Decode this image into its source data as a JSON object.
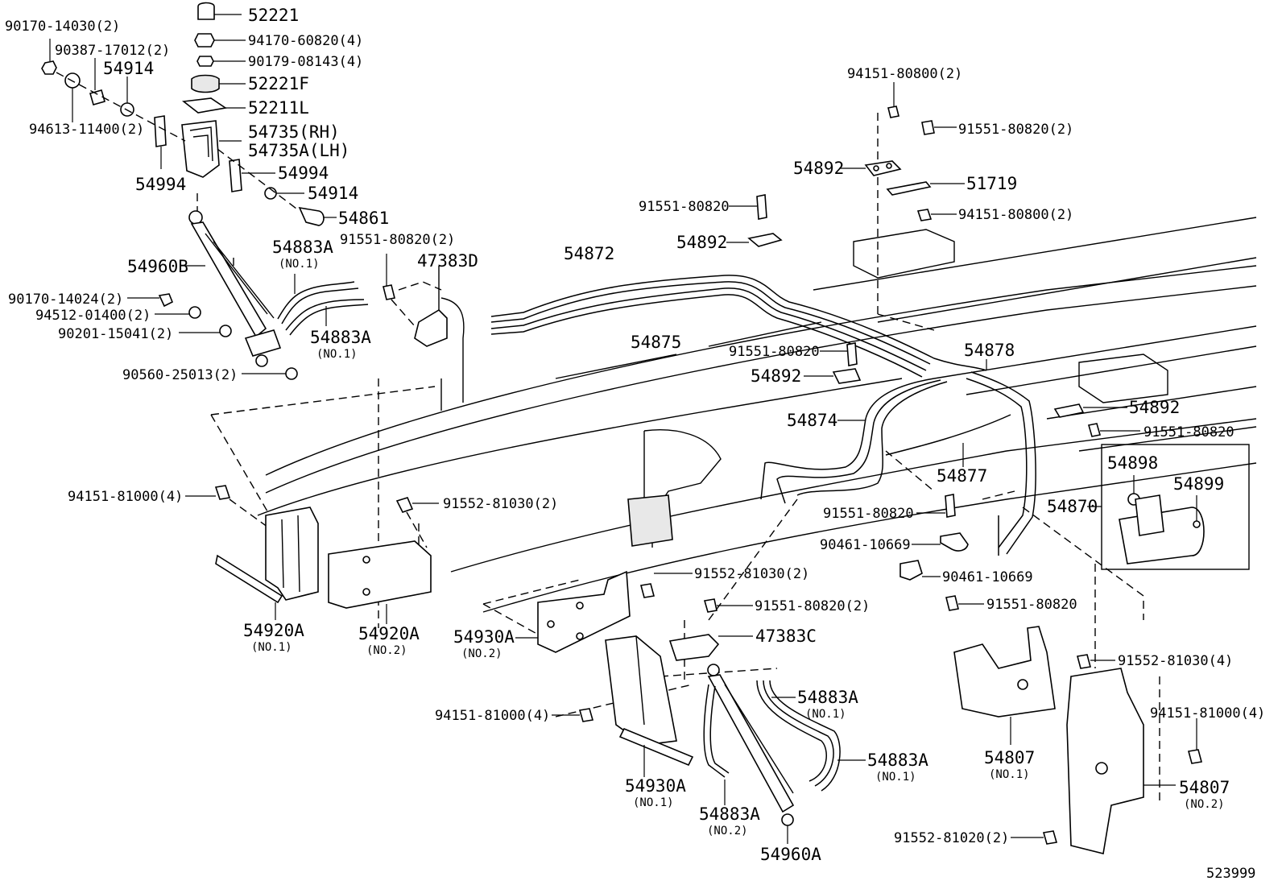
{
  "diagram": {
    "figure_number": "523999",
    "labels": [
      {
        "id": "l1",
        "text": "90170-14030(2)"
      },
      {
        "id": "l2",
        "text": "90387-17012(2)"
      },
      {
        "id": "l3",
        "text": "54914"
      },
      {
        "id": "l4",
        "text": "94613-11400(2)"
      },
      {
        "id": "l5",
        "text": "54994"
      },
      {
        "id": "l6",
        "text": "52221"
      },
      {
        "id": "l7",
        "text": "94170-60820(4)"
      },
      {
        "id": "l8",
        "text": "90179-08143(4)"
      },
      {
        "id": "l9",
        "text": "52221F"
      },
      {
        "id": "l10",
        "text": "52211L"
      },
      {
        "id": "l11",
        "text": "54735(RH)"
      },
      {
        "id": "l12",
        "text": "54735A(LH)"
      },
      {
        "id": "l13",
        "text": "54994"
      },
      {
        "id": "l14",
        "text": "54914"
      },
      {
        "id": "l15",
        "text": "54861"
      },
      {
        "id": "l16",
        "text": "54960B"
      },
      {
        "id": "l17",
        "text": "90170-14024(2)"
      },
      {
        "id": "l18",
        "text": "94512-01400(2)"
      },
      {
        "id": "l19",
        "text": "90201-15041(2)"
      },
      {
        "id": "l20",
        "text": "90560-25013(2)"
      },
      {
        "id": "l21",
        "text": "54883A"
      },
      {
        "id": "l21s",
        "text": "(NO.1)"
      },
      {
        "id": "l22",
        "text": "54883A"
      },
      {
        "id": "l22s",
        "text": "(NO.1)"
      },
      {
        "id": "l23",
        "text": "91551-80820(2)"
      },
      {
        "id": "l24",
        "text": "47383D"
      },
      {
        "id": "l25",
        "text": "54872"
      },
      {
        "id": "l26",
        "text": "54875"
      },
      {
        "id": "l27",
        "text": "91551-80820"
      },
      {
        "id": "l28",
        "text": "54892"
      },
      {
        "id": "l29",
        "text": "94151-80800(2)"
      },
      {
        "id": "l30",
        "text": "91551-80820(2)"
      },
      {
        "id": "l31",
        "text": "54892"
      },
      {
        "id": "l32",
        "text": "51719"
      },
      {
        "id": "l33",
        "text": "94151-80800(2)"
      },
      {
        "id": "l34",
        "text": "91551-80820"
      },
      {
        "id": "l35",
        "text": "54892"
      },
      {
        "id": "l36",
        "text": "54878"
      },
      {
        "id": "l37",
        "text": "54874"
      },
      {
        "id": "l38",
        "text": "54892"
      },
      {
        "id": "l39",
        "text": "91551-80820"
      },
      {
        "id": "l40",
        "text": "54877"
      },
      {
        "id": "l41",
        "text": "54898"
      },
      {
        "id": "l42",
        "text": "54899"
      },
      {
        "id": "l43",
        "text": "54870"
      },
      {
        "id": "l44",
        "text": "91551-80820"
      },
      {
        "id": "l45",
        "text": "90461-10669"
      },
      {
        "id": "l46",
        "text": "90461-10669"
      },
      {
        "id": "l47",
        "text": "91551-80820"
      },
      {
        "id": "l48",
        "text": "94151-81000(4)"
      },
      {
        "id": "l49",
        "text": "91552-81030(2)"
      },
      {
        "id": "l50",
        "text": "54920A"
      },
      {
        "id": "l50s",
        "text": "(NO.1)"
      },
      {
        "id": "l51",
        "text": "54920A"
      },
      {
        "id": "l51s",
        "text": "(NO.2)"
      },
      {
        "id": "l52",
        "text": "91552-81030(2)"
      },
      {
        "id": "l53",
        "text": "91551-80820(2)"
      },
      {
        "id": "l54",
        "text": "54930A"
      },
      {
        "id": "l54s",
        "text": "(NO.2)"
      },
      {
        "id": "l55",
        "text": "47383C"
      },
      {
        "id": "l56",
        "text": "94151-81000(4)"
      },
      {
        "id": "l57",
        "text": "54883A"
      },
      {
        "id": "l57s",
        "text": "(NO.1)"
      },
      {
        "id": "l58",
        "text": "54883A"
      },
      {
        "id": "l58s",
        "text": "(NO.1)"
      },
      {
        "id": "l59",
        "text": "54930A"
      },
      {
        "id": "l59s",
        "text": "(NO.1)"
      },
      {
        "id": "l60",
        "text": "54883A"
      },
      {
        "id": "l60s",
        "text": "(NO.2)"
      },
      {
        "id": "l61",
        "text": "54960A"
      },
      {
        "id": "l62",
        "text": "91552-81030(4)"
      },
      {
        "id": "l63",
        "text": "94151-81000(4)"
      },
      {
        "id": "l64",
        "text": "54807"
      },
      {
        "id": "l64s",
        "text": "(NO.1)"
      },
      {
        "id": "l65",
        "text": "54807"
      },
      {
        "id": "l65s",
        "text": "(NO.2)"
      },
      {
        "id": "l66",
        "text": "91552-81020(2)"
      }
    ]
  }
}
